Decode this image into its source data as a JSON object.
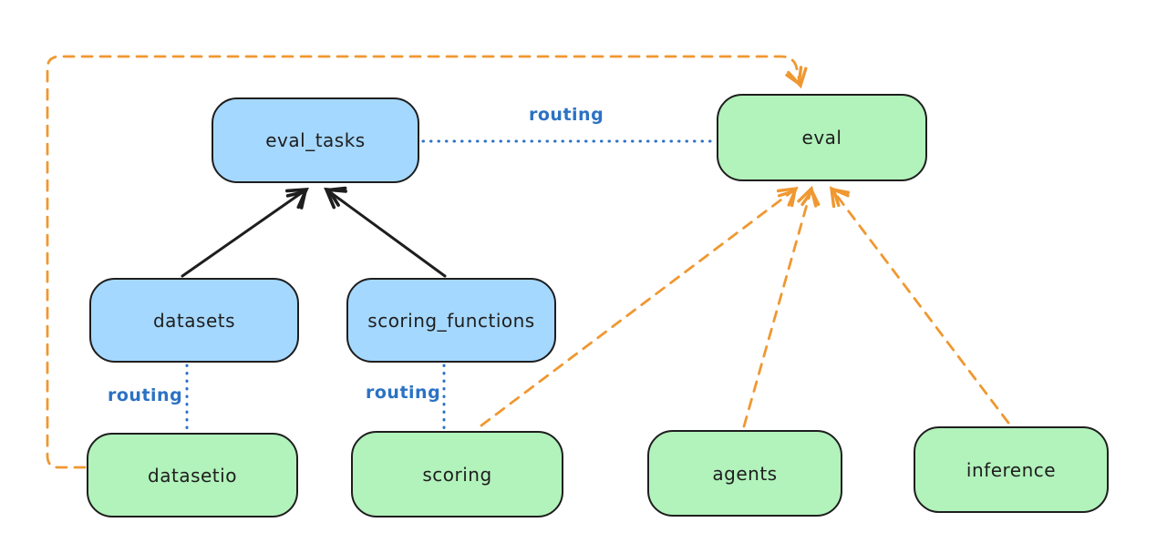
{
  "diagram": {
    "nodes": [
      {
        "id": "eval_tasks",
        "label": "eval_tasks",
        "kind": "resource"
      },
      {
        "id": "eval",
        "label": "eval",
        "kind": "provider"
      },
      {
        "id": "datasets",
        "label": "datasets",
        "kind": "resource"
      },
      {
        "id": "scoring_functions",
        "label": "scoring_functions",
        "kind": "resource"
      },
      {
        "id": "datasetio",
        "label": "datasetio",
        "kind": "provider"
      },
      {
        "id": "scoring",
        "label": "scoring",
        "kind": "provider"
      },
      {
        "id": "agents",
        "label": "agents",
        "kind": "provider"
      },
      {
        "id": "inference",
        "label": "inference",
        "kind": "provider"
      }
    ],
    "edges": [
      {
        "from": "datasets",
        "to": "eval_tasks",
        "type": "solid-arrow",
        "label": ""
      },
      {
        "from": "scoring_functions",
        "to": "eval_tasks",
        "type": "solid-arrow",
        "label": ""
      },
      {
        "from": "eval_tasks",
        "to": "eval",
        "type": "dotted",
        "label": "routing"
      },
      {
        "from": "datasets",
        "to": "datasetio",
        "type": "dotted",
        "label": "routing"
      },
      {
        "from": "scoring_functions",
        "to": "scoring",
        "type": "dotted",
        "label": "routing"
      },
      {
        "from": "datasetio",
        "to": "eval",
        "type": "dashed-arrow",
        "label": ""
      },
      {
        "from": "scoring",
        "to": "eval",
        "type": "dashed-arrow",
        "label": ""
      },
      {
        "from": "agents",
        "to": "eval",
        "type": "dashed-arrow",
        "label": ""
      },
      {
        "from": "inference",
        "to": "eval",
        "type": "dashed-arrow",
        "label": ""
      }
    ],
    "colors": {
      "api_fill": "#a5d8ff",
      "provider_fill": "#b2f2bb",
      "stroke": "#1e1e1e",
      "routing_color": "#2b72c4",
      "orange": "#ef9831",
      "background": "#ffffff"
    }
  }
}
